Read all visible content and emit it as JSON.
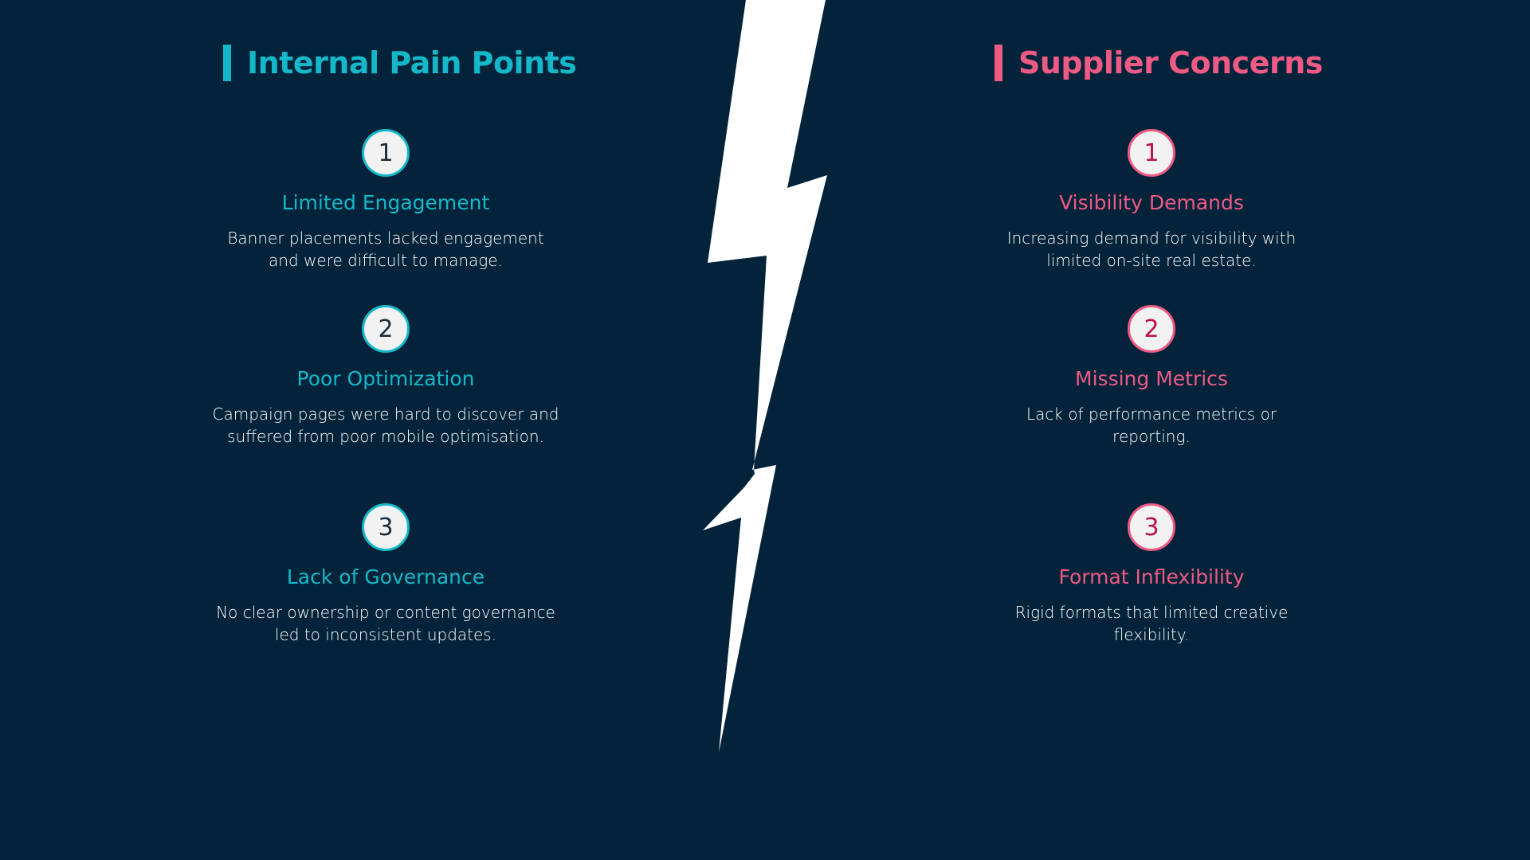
{
  "colors": {
    "background": "#03233a",
    "left_accent": "#14b8c8",
    "right_accent": "#ee5a84",
    "right_number": "#b8124a",
    "left_number": "#1a2b3a",
    "bolt": "#ffffff"
  },
  "left": {
    "title": "Internal Pain Points",
    "items": [
      {
        "number": "1",
        "title": "Limited Engagement",
        "description": "Banner placements lacked engagement and were difficult to manage."
      },
      {
        "number": "2",
        "title": "Poor Optimization",
        "description": "Campaign pages were hard to discover and suffered from poor mobile optimisation."
      },
      {
        "number": "3",
        "title": "Lack of Governance",
        "description": "No clear ownership or content governance led to inconsistent updates."
      }
    ]
  },
  "right": {
    "title": "Supplier Concerns",
    "items": [
      {
        "number": "1",
        "title": "Visibility Demands",
        "description": "Increasing demand for visibility with limited on-site real estate."
      },
      {
        "number": "2",
        "title": "Missing Metrics",
        "description": "Lack of performance metrics or reporting."
      },
      {
        "number": "3",
        "title": "Format Inflexibility",
        "description": "Rigid formats that limited creative flexibility."
      }
    ]
  },
  "divider": {
    "icon": "lightning-bolt-icon"
  }
}
